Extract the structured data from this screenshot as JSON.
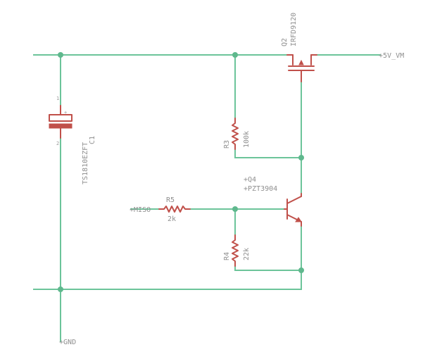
{
  "nets": {
    "supply": "5V_VM",
    "ground": "GND",
    "input": "MISO"
  },
  "components": {
    "c1": {
      "ref": "C1",
      "value": "TS1810EZFT",
      "pin_plus": "+",
      "pin_1": "1",
      "pin_2": "2"
    },
    "q2": {
      "ref": "Q2",
      "value": "IRFD9120"
    },
    "q4": {
      "ref": "Q4",
      "value": "PZT3904"
    },
    "r3": {
      "ref": "R3",
      "value": "100k"
    },
    "r4": {
      "ref": "R4",
      "value": "22k"
    },
    "r5": {
      "ref": "R5",
      "value": "2k"
    }
  },
  "colors": {
    "wire": "#6cc49a",
    "part": "#c0504a",
    "label": "#8f8f8f"
  }
}
